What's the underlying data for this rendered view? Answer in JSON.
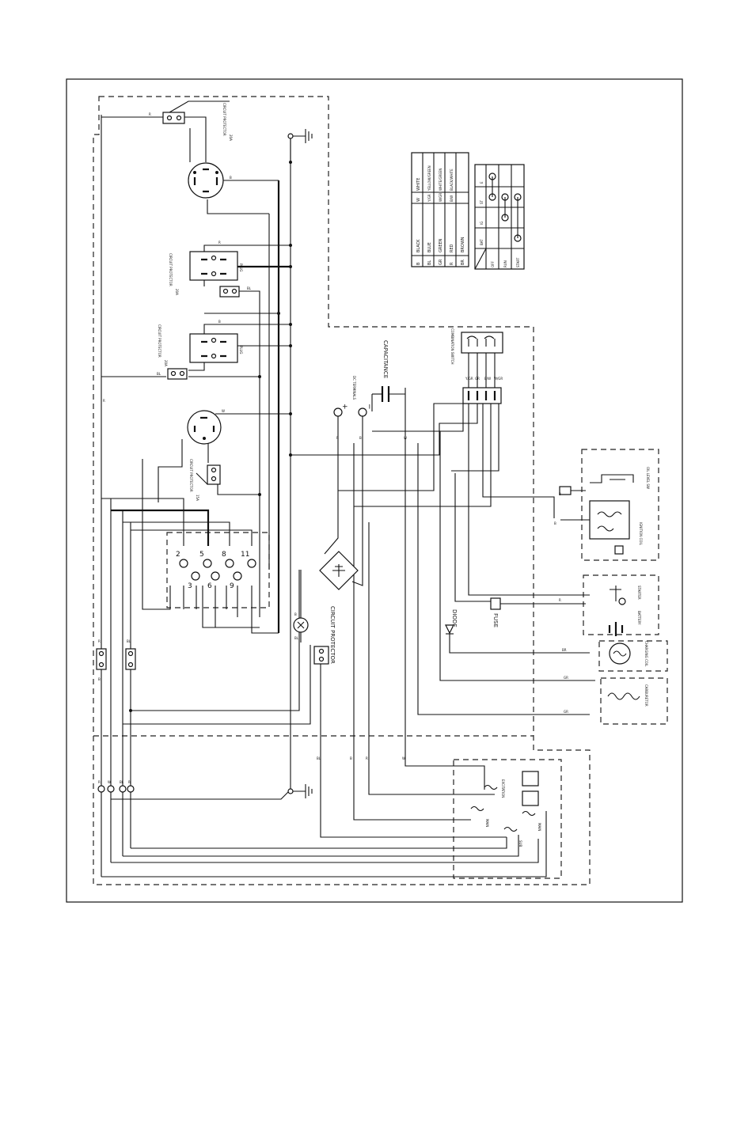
{
  "color_legend": [
    {
      "code": "B",
      "name": "BLACK"
    },
    {
      "code": "BL",
      "name": "BLUE"
    },
    {
      "code": "GR",
      "name": "GREEN"
    },
    {
      "code": "R",
      "name": "RED"
    },
    {
      "code": "BR",
      "name": "BROWN"
    },
    {
      "code": "W",
      "name": "WHITE"
    },
    {
      "code": "Y/GR",
      "name": "YELLOW/GREEN"
    },
    {
      "code": "W/GR",
      "name": "WHITE/GREEN"
    },
    {
      "code": "B/W",
      "name": "BLACK/WHITE"
    }
  ],
  "switch_table": {
    "headers": [
      "BAT",
      "IG",
      "ST",
      "E"
    ],
    "rows": [
      "OFF",
      "RUN",
      "START"
    ]
  },
  "labels": {
    "circuit_protector_top": "CIRCUIT PROTECTOR",
    "circuit_protector_top_rating": "20A",
    "circuit_protector_2": "CIRCUIT PROTECTOR",
    "circuit_protector_2_rating": "20A",
    "circuit_protector_3": "CIRCUIT PROTECTOR",
    "circuit_protector_3_rating": "20A",
    "circuit_protector_4": "CIRCUIT PROTECTOR",
    "circuit_protector_4_rating": "15A",
    "circuit_protector_main": "CIRCUIT PROTECTOR",
    "capacitance": "CAPACITANCE",
    "dc_terminals": "DC TERMINALS",
    "dc_plus": "+",
    "dc_minus": "−",
    "combination_switch": "COMBINATION SWITCH",
    "fuse": "FUSE",
    "diode": "DIODE",
    "oil_level_sw": "OIL LEVEL SW",
    "ignition_coil": "IGNITION COIL",
    "battery": "BATTERY",
    "starter": "STARTER",
    "charging_coil": "CHARGING COIL",
    "carburetor": "CARBURETOR",
    "socket_30a": "30A",
    "socket_20a": "20A",
    "plug_1": "PLUG",
    "plug_2": "PLUG",
    "term_nums": [
      "2",
      "5",
      "8",
      "11",
      "3",
      "6",
      "9"
    ],
    "gen_labels": [
      "EXCITATION",
      "MAIN",
      "SUB",
      "MAIN"
    ],
    "wire_tags": [
      "B",
      "R",
      "W",
      "BL",
      "GR",
      "BR",
      "Y/GR",
      "W/GR",
      "B/W"
    ]
  }
}
